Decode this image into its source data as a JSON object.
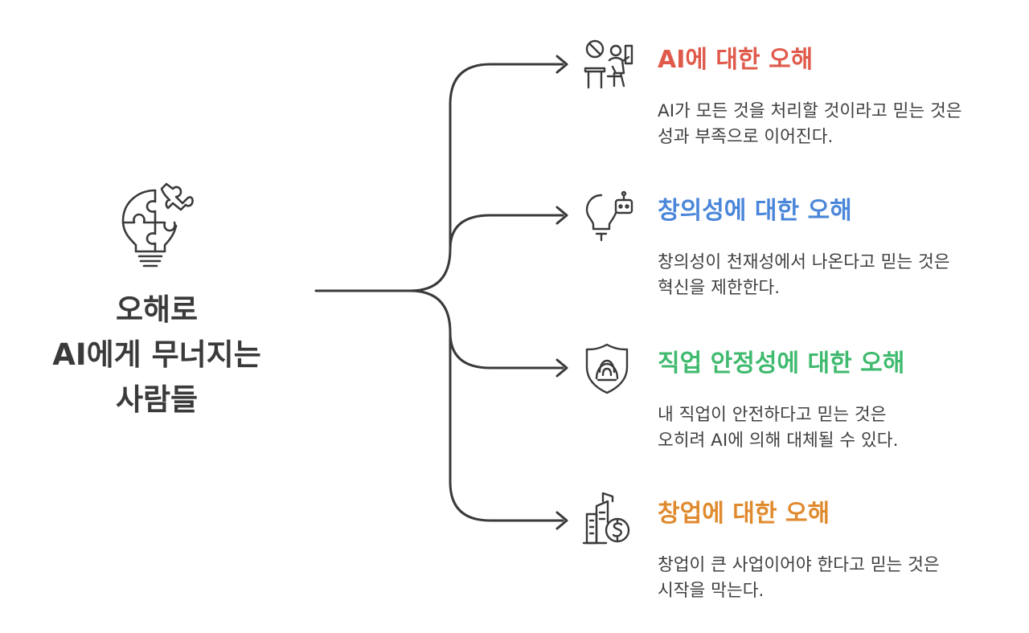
{
  "center": {
    "title_lines": [
      "오해로",
      "AI에게 무너지는",
      "사람들"
    ],
    "icon": "lightbulb-puzzle-icon"
  },
  "branches": [
    {
      "title": "AI에 대한 오해",
      "color": "#e05a4b",
      "icon": "distracted-worker-icon",
      "desc_lines": [
        "AI가 모든 것을 처리할 것이라고 믿는 것은",
        "성과 부족으로 이어진다."
      ]
    },
    {
      "title": "창의성에 대한 오해",
      "color": "#4a86d9",
      "icon": "lightbulb-robot-icon",
      "desc_lines": [
        "창의성이 천재성에서 나온다고 믿는 것은",
        "혁신을 제한한다."
      ]
    },
    {
      "title": "직업 안정성에 대한 오해",
      "color": "#3fba6e",
      "icon": "shield-worker-icon",
      "desc_lines": [
        "내 직업이 안전하다고 믿는 것은",
        "오히려 AI에 의해 대체될 수 있다."
      ]
    },
    {
      "title": "창업에 대한 오해",
      "color": "#e08a2e",
      "icon": "startup-building-money-icon",
      "desc_lines": [
        "창업이 큰 사업이어야 한다고 믿는 것은",
        "시작을 막는다."
      ]
    }
  ]
}
